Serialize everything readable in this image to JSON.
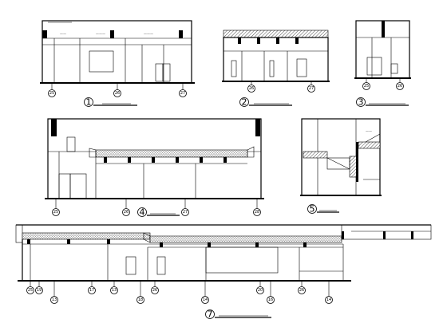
{
  "drawing": {
    "views": [
      {
        "number": "1",
        "axes": [
          "25",
          "26",
          "27"
        ]
      },
      {
        "number": "2",
        "axes": [
          "26",
          "27"
        ]
      },
      {
        "number": "3",
        "axes": [
          "25",
          "26"
        ]
      },
      {
        "number": "4",
        "axes": [
          "25",
          "26",
          "27",
          "28"
        ]
      },
      {
        "number": "5",
        "axes": []
      },
      {
        "number": "7",
        "axes": [
          "25",
          "19",
          "13",
          "17",
          "13",
          "18",
          "26",
          "14",
          "20",
          "16",
          "26",
          "14"
        ]
      }
    ]
  }
}
